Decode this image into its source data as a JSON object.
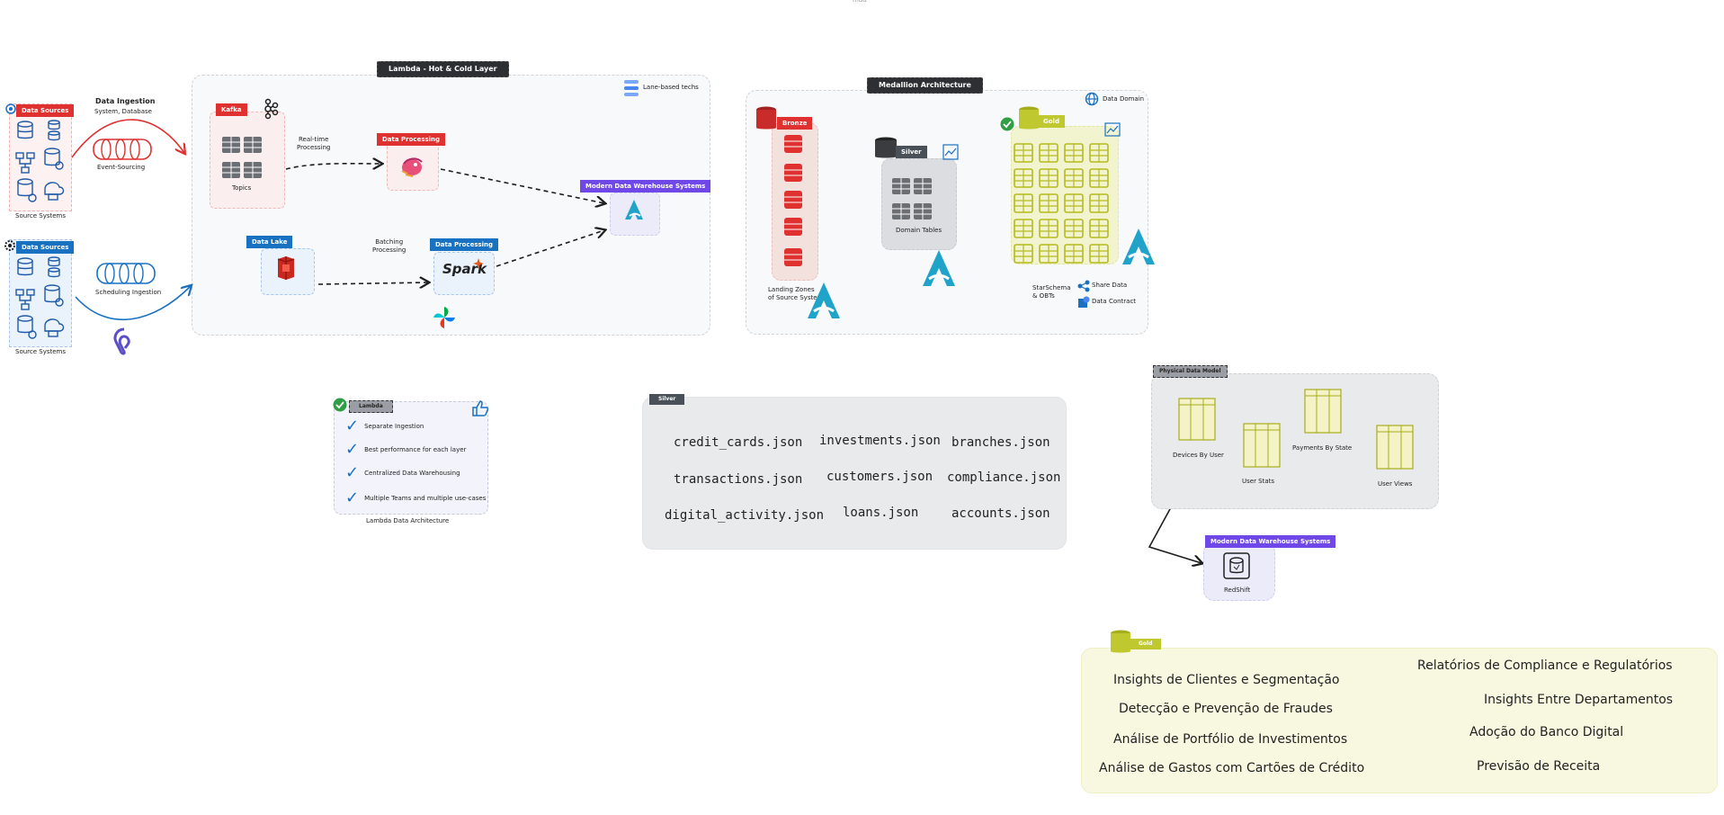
{
  "top_cut_text": "mdu",
  "lambda": {
    "title": "Lambda - Hot & Cold Layer",
    "lane_label": "Lane-based techs",
    "data_ingestion_title": "Data Ingestion",
    "data_ingestion_sub": "System, Database",
    "event_sourcing": "Event-Sourcing",
    "scheduling_ingestion": "Scheduling Ingestion",
    "data_sources_1": "Data Sources",
    "data_sources_2": "Data Sources",
    "source_systems_1": "Source Systems",
    "source_systems_2": "Source Systems",
    "kafka": "Kafka",
    "topics": "Topics",
    "realtime": "Real-time\nProcessing",
    "data_processing_1": "Data Processing",
    "data_processing_2": "Data Processing",
    "data_lake": "Data Lake",
    "batching": "Batching\nProcessing",
    "mdws": "Modern Data Warehouse Systems",
    "spark": "Spark"
  },
  "medallion": {
    "title": "Medallion Architecture",
    "data_domain": "Data Domain",
    "bronze": "Bronze",
    "silver": "Silver",
    "gold": "Gold",
    "landing": "Landing Zones\nof Source Systems",
    "domain_tables": "Domain Tables",
    "star_schema": "StarSchema\n& OBTs",
    "share_data": "Share Data",
    "data_contract": "Data Contract"
  },
  "lambda_summary": {
    "tag": "Lambda",
    "items": [
      "Separate Ingestion",
      "Best performance for each layer",
      "Centralized Data Warehousing",
      "Multiple Teams and multiple use-cases"
    ],
    "caption": "Lambda Data Architecture"
  },
  "silver_files": {
    "tag": "Silver",
    "files": [
      "credit_cards.json",
      "investments.json",
      "branches.json",
      "transactions.json",
      "customers.json",
      "compliance.json",
      "digital_activity.json",
      "loans.json",
      "accounts.json"
    ]
  },
  "physical_model": {
    "tag": "Physical Data Model",
    "tables": [
      "Devices By User",
      "User Stats",
      "Payments By State",
      "User Views"
    ],
    "mdws": "Modern Data Warehouse Systems",
    "redshift": "RedShift"
  },
  "gold_panel": {
    "tag": "Gold",
    "left": [
      "Insights de Clientes e Segmentação",
      "Detecção e Prevenção de Fraudes",
      "Análise de Portfólio de Investimentos",
      "Análise de Gastos com Cartões de Crédito"
    ],
    "right": [
      "Relatórios de Compliance e Regulatórios",
      "Insights Entre Departamentos",
      "Adoção do Banco Digital",
      "Previsão de Receita"
    ]
  },
  "colors": {
    "red": "#e03131",
    "blue": "#1971c2",
    "purple": "#7048e8",
    "gold": "#c0c830",
    "dark": "#2d2f33",
    "cyan": "#1fa3c9"
  }
}
